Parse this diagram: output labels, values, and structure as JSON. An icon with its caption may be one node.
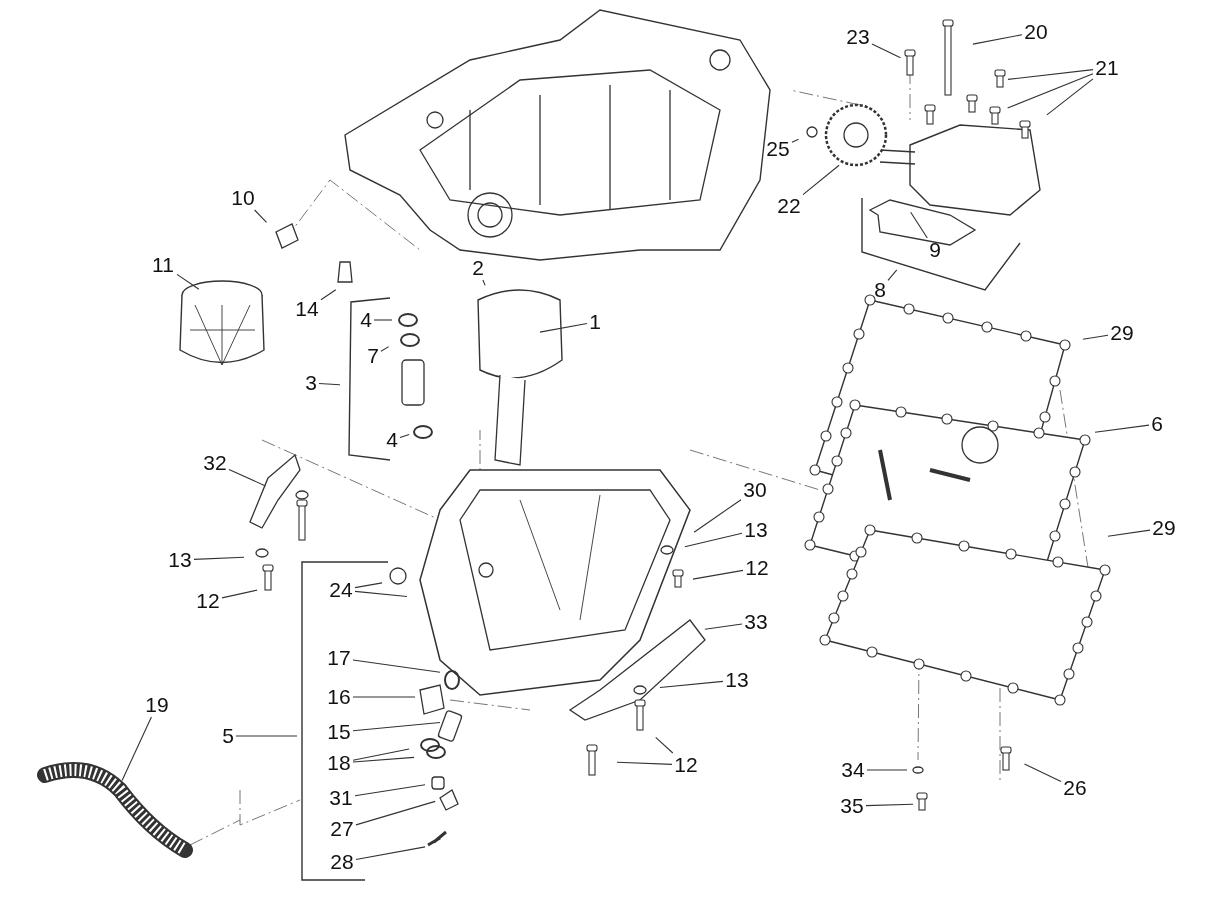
{
  "diagram": {
    "nodes": [
      {
        "text": [
          "23"
        ]
      },
      {
        "text": [
          "20"
        ]
      },
      {
        "text": [
          "21"
        ]
      },
      {
        "text": [
          "25"
        ]
      },
      {
        "text": [
          "10"
        ]
      },
      {
        "text": [
          "22"
        ]
      },
      {
        "text": [
          "9"
        ]
      },
      {
        "text": [
          "11"
        ]
      },
      {
        "text": [
          "2"
        ]
      },
      {
        "text": [
          "8"
        ]
      },
      {
        "text": [
          "14"
        ]
      },
      {
        "text": [
          "1"
        ]
      },
      {
        "text": [
          "4"
        ]
      },
      {
        "text": [
          "29"
        ]
      },
      {
        "text": [
          "7"
        ]
      },
      {
        "text": [
          "3"
        ]
      },
      {
        "text": [
          "6"
        ]
      },
      {
        "text": [
          "4"
        ]
      },
      {
        "text": [
          "32"
        ]
      },
      {
        "text": [
          "30"
        ]
      },
      {
        "text": [
          "29"
        ]
      },
      {
        "text": [
          "13"
        ]
      },
      {
        "text": [
          "13"
        ]
      },
      {
        "text": [
          "12"
        ]
      },
      {
        "text": [
          "24"
        ]
      },
      {
        "text": [
          "12"
        ]
      },
      {
        "text": [
          "33"
        ]
      },
      {
        "text": [
          "17"
        ]
      },
      {
        "text": [
          "13"
        ]
      },
      {
        "text": [
          "16"
        ]
      },
      {
        "text": [
          "19"
        ]
      },
      {
        "text": [
          "15"
        ]
      },
      {
        "text": [
          "5"
        ]
      },
      {
        "text": [
          "18"
        ]
      },
      {
        "text": [
          "12"
        ]
      },
      {
        "text": [
          "34"
        ]
      },
      {
        "text": [
          "26"
        ]
      },
      {
        "text": [
          "31"
        ]
      },
      {
        "text": [
          "35"
        ]
      },
      {
        "text": [
          "27"
        ]
      },
      {
        "text": [
          "28"
        ]
      }
    ],
    "edges": [
      {
        "from": 0,
        "to": null,
        "arrow": "none"
      },
      {
        "from": 1,
        "to": null,
        "arrow": "none"
      },
      {
        "from": 2,
        "to": null,
        "arrow": "none"
      },
      {
        "from": 2,
        "to": null,
        "arrow": "none"
      },
      {
        "from": 2,
        "to": null,
        "arrow": "none"
      },
      {
        "from": 3,
        "to": null,
        "arrow": "none"
      },
      {
        "from": 4,
        "to": null,
        "arrow": "none"
      },
      {
        "from": 5,
        "to": null,
        "arrow": "none"
      },
      {
        "from": 6,
        "to": null,
        "arrow": "none"
      },
      {
        "from": 7,
        "to": null,
        "arrow": "none"
      },
      {
        "from": 8,
        "to": null,
        "arrow": "none"
      },
      {
        "from": 9,
        "to": null,
        "arrow": "none"
      },
      {
        "from": 10,
        "to": null,
        "arrow": "none"
      },
      {
        "from": 11,
        "to": null,
        "arrow": "none"
      },
      {
        "from": 12,
        "to": null,
        "arrow": "none"
      },
      {
        "from": 13,
        "to": null,
        "arrow": "none"
      },
      {
        "from": 14,
        "to": null,
        "arrow": "none"
      },
      {
        "from": 15,
        "to": null,
        "arrow": "none"
      },
      {
        "from": 16,
        "to": null,
        "arrow": "none"
      },
      {
        "from": 17,
        "to": null,
        "arrow": "none"
      },
      {
        "from": 18,
        "to": null,
        "arrow": "none"
      },
      {
        "from": 19,
        "to": null,
        "arrow": "none"
      },
      {
        "from": 20,
        "to": null,
        "arrow": "none"
      },
      {
        "from": 21,
        "to": null,
        "arrow": "none"
      },
      {
        "from": 22,
        "to": null,
        "arrow": "none"
      },
      {
        "from": 23,
        "to": null,
        "arrow": "none"
      },
      {
        "from": 24,
        "to": null,
        "arrow": "none"
      },
      {
        "from": 24,
        "to": null,
        "arrow": "none"
      },
      {
        "from": 25,
        "to": null,
        "arrow": "none"
      },
      {
        "from": 26,
        "to": null,
        "arrow": "none"
      },
      {
        "from": 27,
        "to": null,
        "arrow": "none"
      },
      {
        "from": 28,
        "to": null,
        "arrow": "none"
      },
      {
        "from": 29,
        "to": null,
        "arrow": "none"
      },
      {
        "from": 30,
        "to": null,
        "arrow": "none"
      },
      {
        "from": 31,
        "to": null,
        "arrow": "none"
      },
      {
        "from": 32,
        "to": null,
        "arrow": "none"
      },
      {
        "from": 33,
        "to": null,
        "arrow": "none"
      },
      {
        "from": 33,
        "to": null,
        "arrow": "none"
      },
      {
        "from": 34,
        "to": null,
        "arrow": "none"
      },
      {
        "from": 34,
        "to": null,
        "arrow": "none"
      },
      {
        "from": 35,
        "to": null,
        "arrow": "none"
      },
      {
        "from": 36,
        "to": null,
        "arrow": "none"
      },
      {
        "from": 37,
        "to": null,
        "arrow": "none"
      },
      {
        "from": 38,
        "to": null,
        "arrow": "none"
      },
      {
        "from": 39,
        "to": null,
        "arrow": "none"
      },
      {
        "from": 40,
        "to": null,
        "arrow": "none"
      }
    ]
  }
}
